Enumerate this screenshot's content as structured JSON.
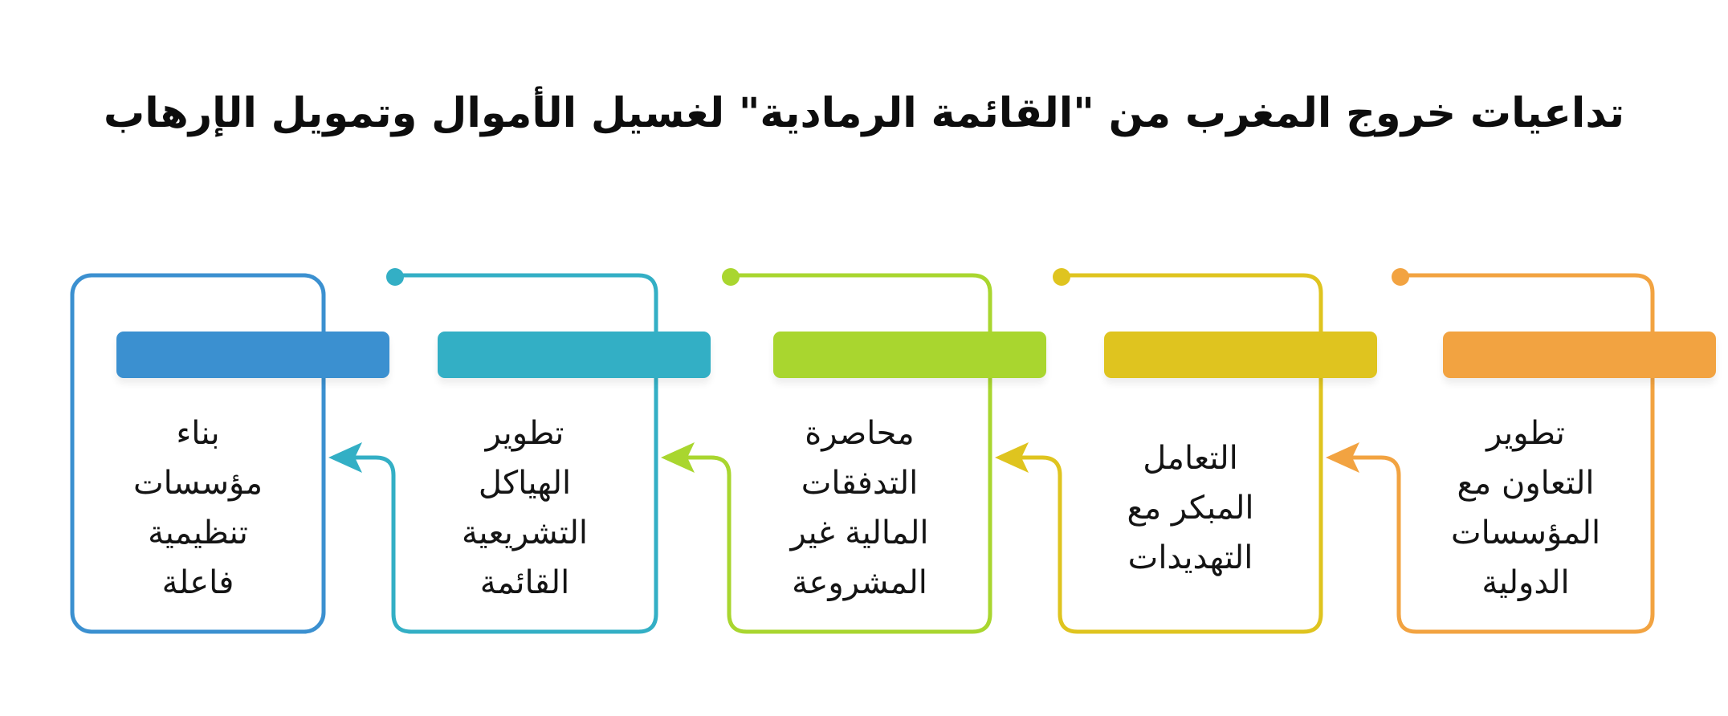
{
  "title": "تداعيات خروج المغرب من \"القائمة الرمادية\" لغسيل الأموال وتمويل الإرهاب",
  "icons": {
    "flow_arrow": "arrow-left-icon",
    "connector_dot": "dot-icon"
  },
  "steps": [
    {
      "id": "develop-international-cooperation",
      "color": "#F2A341",
      "label": "تطوير التعاون مع المؤسسات الدولية",
      "lines": [
        "تطوير",
        "التعاون مع",
        "المؤسسات",
        "الدولية"
      ]
    },
    {
      "id": "early-threat-handling",
      "color": "#DFC41F",
      "label": "التعامل المبكر مع التهديدات",
      "lines": [
        "التعامل",
        "المبكر مع",
        "التهديدات"
      ]
    },
    {
      "id": "contain-illicit-financial-flows",
      "color": "#A9D62F",
      "label": "محاصرة التدفقات المالية غير المشروعة",
      "lines": [
        "محاصرة",
        "التدفقات",
        "المالية غير",
        "المشروعة"
      ]
    },
    {
      "id": "develop-legislative-structures",
      "color": "#33AFC5",
      "label": "تطوير الهياكل التشريعية القائمة",
      "lines": [
        "تطوير",
        "الهياكل",
        "التشريعية",
        "القائمة"
      ]
    },
    {
      "id": "build-effective-regulatory-institutions",
      "color": "#3B90D0",
      "label": "بناء مؤسسات تنظيمية فاعلة",
      "lines": [
        "بناء",
        "مؤسسات",
        "تنظيمية",
        "فاعلة"
      ]
    }
  ]
}
